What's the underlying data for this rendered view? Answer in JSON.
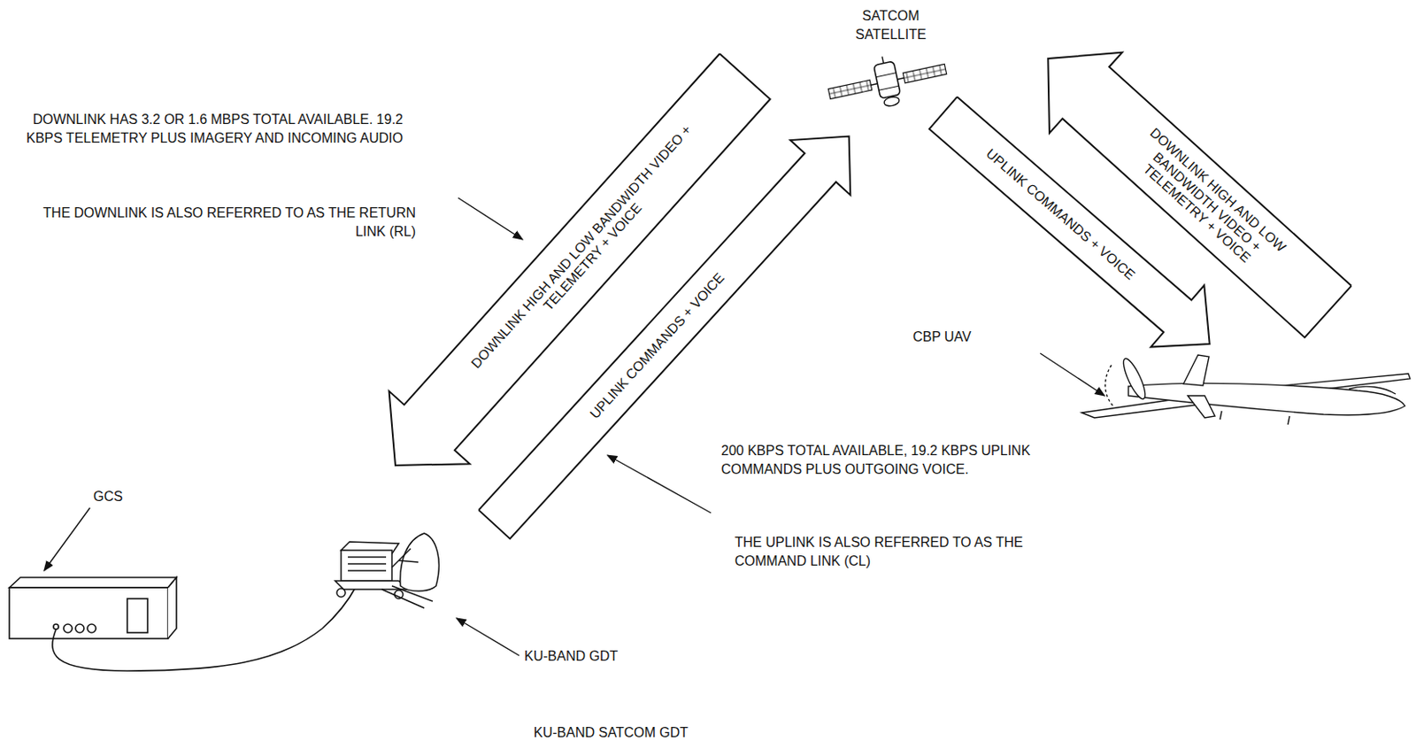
{
  "diagram": {
    "caption": "KU-BAND SATCOM GDT",
    "nodes": [
      {
        "text": [
          "DOWNLINK HIGH AND LOW BANDWIDTH VIDEO + TELEMETRY + VOICE"
        ]
      },
      {
        "text": [
          "UPLINK COMMANDS + VOICE"
        ]
      },
      {
        "text": [
          "UPLINK COMMANDS + VOICE"
        ]
      },
      {
        "text": [
          "DOWNLINK HIGH AND LOW BANDWIDTH VIDEO + TELEMETRY + VOICE"
        ]
      }
    ],
    "labels": [
      "SATCOM SATELLITE",
      "DOWNLINK HAS 3.2 OR 1.6 MBPS TOTAL AVAILABLE. 19.2 KBPS TELEMETRY PLUS IMAGERY AND INCOMING AUDIO",
      "THE DOWNLINK IS ALSO REFERRED TO AS THE RETURN LINK (RL)",
      "GCS",
      "CBP UAV",
      "200 KBPS TOTAL AVAILABLE, 19.2 KBPS UPLINK COMMANDS PLUS OUTGOING VOICE.",
      "THE UPLINK IS ALSO REFERRED TO AS THE COMMAND LINK (CL)",
      "KU-BAND GDT"
    ]
  }
}
